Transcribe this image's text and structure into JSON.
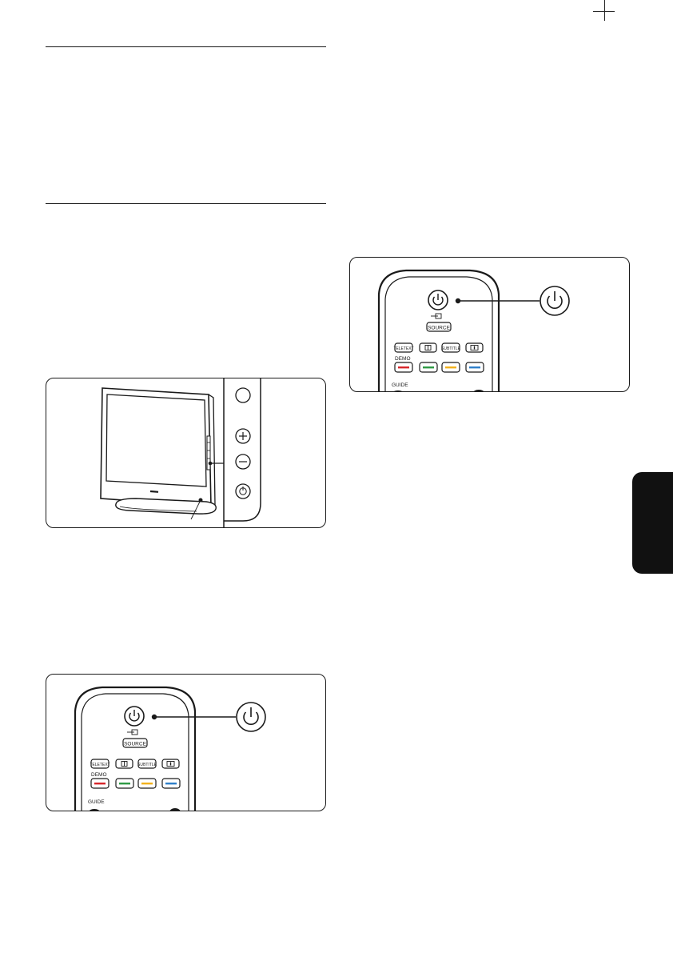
{
  "remote": {
    "source_label": "SOURCE",
    "teletext_label": "TELETEXT",
    "subtitle_label": "SUBTITLE",
    "demo_label": "DEMO",
    "guide_label": "GUIDE"
  },
  "colors": {
    "red": "#d7262b",
    "green": "#2f9a45",
    "yellow": "#f2b11c",
    "blue": "#2e7fc9",
    "tab": "#111111"
  }
}
